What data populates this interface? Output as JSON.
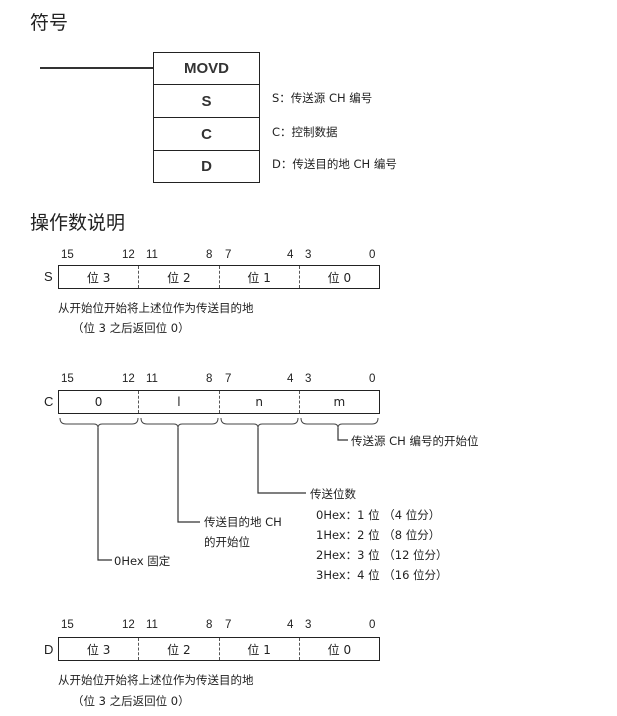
{
  "symbol_section": {
    "title": "符号",
    "instruction": "MOVD",
    "operands": [
      {
        "label": "S",
        "desc": "S：传送源 CH 编号"
      },
      {
        "label": "C",
        "desc": "C：控制数据"
      },
      {
        "label": "D",
        "desc": "D：传送目的地 CH 编号"
      }
    ]
  },
  "operand_section": {
    "title": "操作数说明",
    "bit_labels": [
      "15",
      "12",
      "11",
      "8",
      "7",
      "4",
      "3",
      "0"
    ],
    "S": {
      "name": "S",
      "digits": [
        "位 3",
        "位 2",
        "位 1",
        "位 0"
      ],
      "note1": "从开始位开始将上述位作为传送目的地",
      "note2": "（位 3 之后返回位 0）"
    },
    "C": {
      "name": "C",
      "digits": [
        "0",
        "l",
        "n",
        "m"
      ],
      "m_desc": "传送源 CH 编号的开始位",
      "n_title": "传送位数",
      "n_options": [
        "0Hex：1 位 （4 位分）",
        "1Hex：2 位 （8 位分）",
        "2Hex：3 位 （12 位分）",
        "3Hex：4 位 （16 位分）"
      ],
      "l_desc1": "传送目的地 CH",
      "l_desc2": "的开始位",
      "zero_desc": "0Hex 固定"
    },
    "D": {
      "name": "D",
      "digits": [
        "位 3",
        "位 2",
        "位 1",
        "位 0"
      ],
      "note1": "从开始位开始将上述位作为传送目的地",
      "note2": "（位 3 之后返回位 0）"
    }
  }
}
